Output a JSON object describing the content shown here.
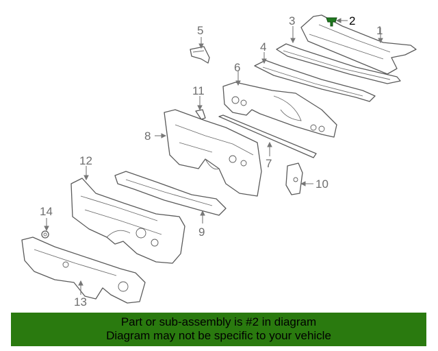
{
  "callouts": [
    "1",
    "2",
    "3",
    "4",
    "5",
    "6",
    "7",
    "8",
    "9",
    "10",
    "11",
    "12",
    "13",
    "14"
  ],
  "highlighted_part": "2",
  "banner": {
    "line1": "Part or sub-assembly is #2 in diagram",
    "line2": "Diagram may not be specific to your vehicle",
    "background": "#2a7a0f"
  },
  "colors": {
    "highlight_part": "#1f7a1f",
    "line": "#5a5a5a",
    "callout_text": "#6e6e6e"
  }
}
